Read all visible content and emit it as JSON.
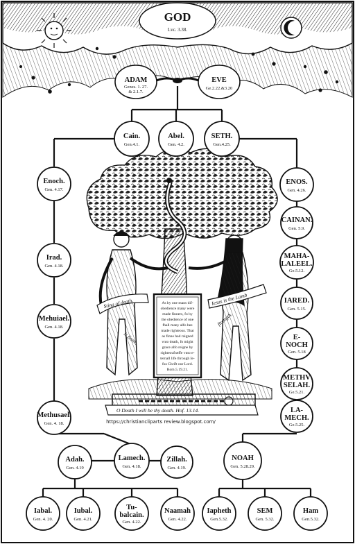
{
  "header": {
    "god": {
      "name": "GOD",
      "ref": "Lvc. 3.38."
    },
    "adam": {
      "name": "ADAM",
      "ref1": "Genes. 1. 27.",
      "ref2": "& 2.1.7."
    },
    "eve": {
      "name": "EVE",
      "ref": "Ge.2.22.&3.20"
    }
  },
  "nodes": {
    "cain": {
      "name": "Cain.",
      "ref": "Gen.4.1."
    },
    "abel": {
      "name": "Abel.",
      "ref": "Gen. 4.2."
    },
    "seth": {
      "name": "SETH.",
      "ref": "Gen.4.25."
    },
    "enoch": {
      "name": "Enoch.",
      "ref": "Gen. 4.17."
    },
    "irad": {
      "name": "Irad.",
      "ref": "Gen. 4.18."
    },
    "mehuiael": {
      "name": "Mehuiael.",
      "ref": "Gen. 4.18."
    },
    "methusael": {
      "name": "Methusael.",
      "ref": "Gen. 4. 18."
    },
    "enos": {
      "name": "ENOS.",
      "ref": "Gen. 4.26."
    },
    "cainan": {
      "name": "CAINAN.",
      "ref": "Gen. 5.9."
    },
    "mahalaleel": {
      "name1": "MAHA-",
      "name2": "LALEEL.",
      "ref": "Ge.5.12."
    },
    "iared": {
      "name": "IARED.",
      "ref": "Gen. 5.15."
    },
    "enoch2": {
      "name1": "E-",
      "name2": "NOCH",
      "ref": "Gen. 5.18"
    },
    "methuselah": {
      "name1": "METHV",
      "name2": "SELAH.",
      "ref": "Ge.5.21."
    },
    "lamech2": {
      "name1": "LA-",
      "name2": "MECH.",
      "ref": "Ge.5.25."
    },
    "adah": {
      "name": "Adah.",
      "ref": "Gen. 4.19"
    },
    "lamech": {
      "name": "Lamech.",
      "ref": "Gen. 4.18."
    },
    "zillah": {
      "name": "Zillah.",
      "ref": "Gen. 4.19."
    },
    "noah": {
      "name": "NOAH",
      "ref": "Gen. 5.28.29."
    },
    "iabal": {
      "name": "Iabal.",
      "ref": "Gen. 4. 20."
    },
    "iubal": {
      "name": "Iubal.",
      "ref": "Gen. 4.21."
    },
    "tubalcain": {
      "name1": "Tu-",
      "name2": "balcain.",
      "ref": "Gen. 4.22."
    },
    "naamah": {
      "name": "Naamah",
      "ref": "Gen. 4.22."
    },
    "iapheth": {
      "name": "Iapheth",
      "ref": "Gen.5.32."
    },
    "sem": {
      "name": "SEM",
      "ref": "Gen. 5.32."
    },
    "ham": {
      "name": "Ham",
      "ref": "Gen.5.32."
    }
  },
  "tablet": {
    "lines": [
      "As by one mans dif-",
      "obedience many were",
      "made finners, fo by",
      "the obedience of one",
      "fhall many alfo bee",
      "made righteous. That",
      "as finne had raigned",
      "vnto death, fo might",
      "grace alfo reigne by",
      "righteoufneffe vnto e-",
      "ternall life through Ie-",
      "fus Chrift our Lord.",
      "Rom.5.19.21."
    ]
  },
  "ribbons": {
    "left": "Sting of death.",
    "right": "Iesus is the Lamb",
    "sin": "is finne.",
    "strength": "ftrength.",
    "bottom": "O Death I will be thy death. Hof. 13.14."
  },
  "footer": {
    "url": "https://christiancliparts review.blogspot.com/"
  },
  "colors": {
    "ink": "#111111",
    "paper": "#ffffff"
  }
}
